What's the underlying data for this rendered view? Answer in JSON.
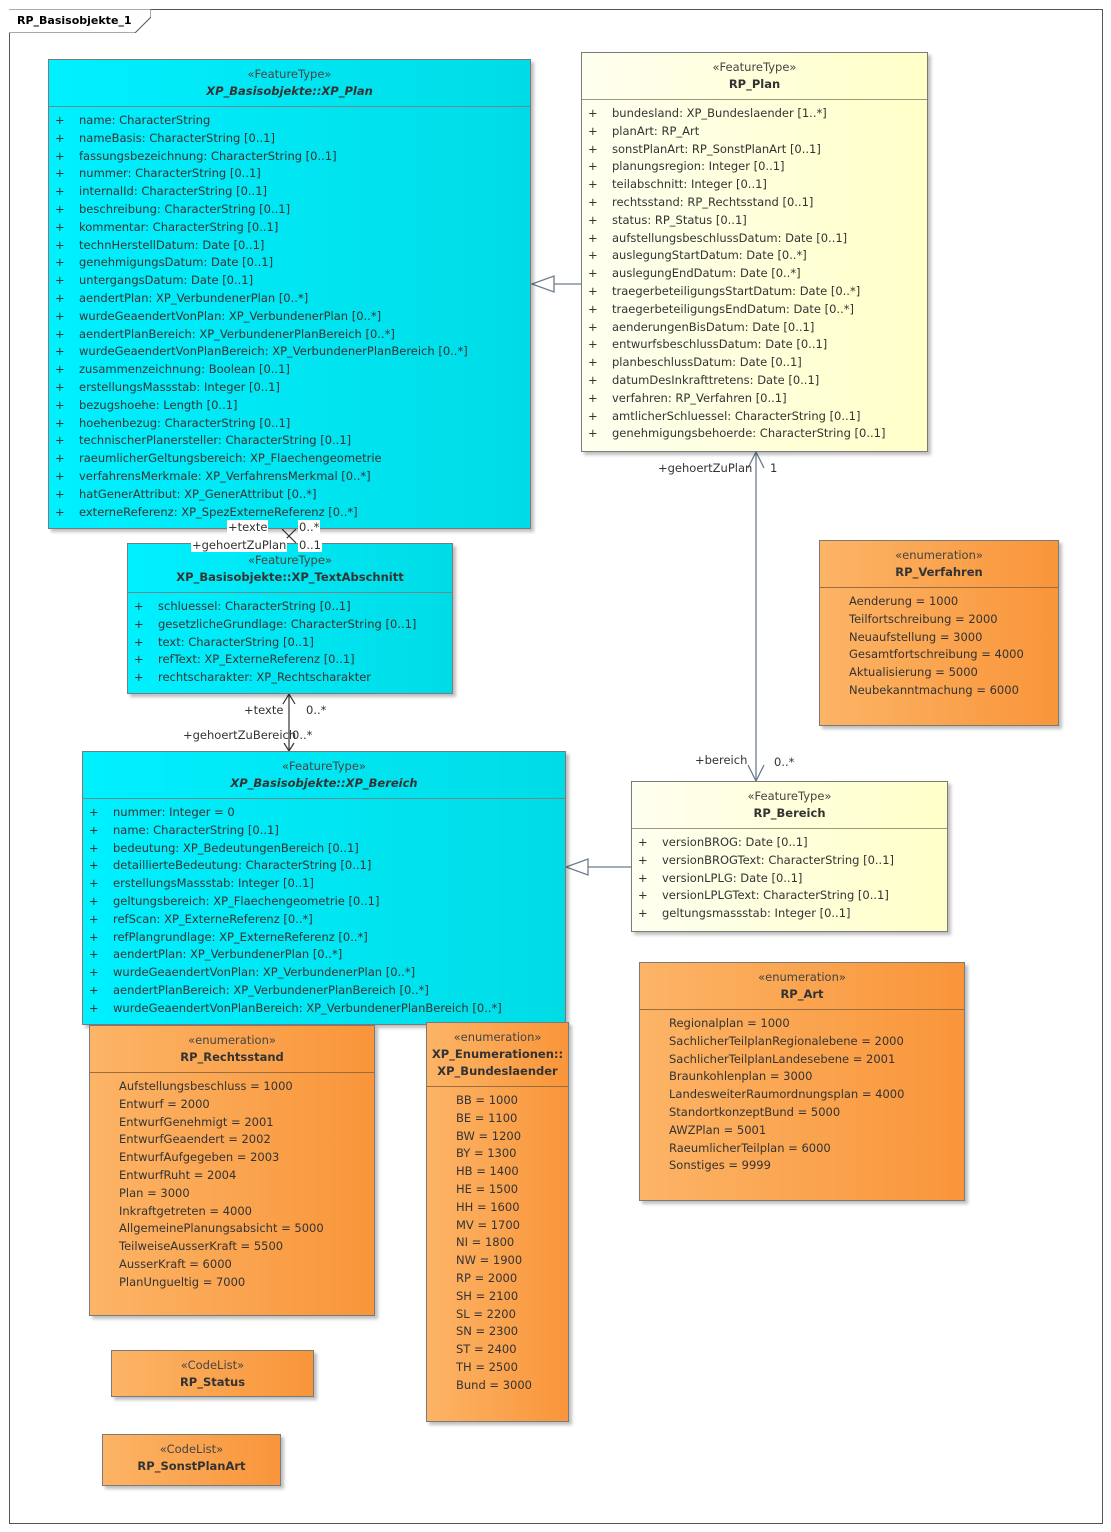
{
  "diagram_title": "RP_Basisobjekte_1",
  "colors": {
    "feature_external": "#00e5ef",
    "feature_local": "#ffffdc",
    "enumeration": "#fba554",
    "line": "#6d7b8d"
  },
  "boxes": {
    "xp_plan": {
      "stereotype": "«FeatureType»",
      "name": "XP_Basisobjekte::XP_Plan",
      "attributes": [
        "name: CharacterString",
        "nameBasis: CharacterString [0..1]",
        "fassungsbezeichnung: CharacterString [0..1]",
        "nummer: CharacterString [0..1]",
        "internalId: CharacterString [0..1]",
        "beschreibung: CharacterString [0..1]",
        "kommentar: CharacterString [0..1]",
        "technHerstellDatum: Date [0..1]",
        "genehmigungsDatum: Date [0..1]",
        "untergangsDatum: Date [0..1]",
        "aendertPlan: XP_VerbundenerPlan [0..*]",
        "wurdeGeaendertVonPlan: XP_VerbundenerPlan [0..*]",
        "aendertPlanBereich: XP_VerbundenerPlanBereich [0..*]",
        "wurdeGeaendertVonPlanBereich: XP_VerbundenerPlanBereich [0..*]",
        "zusammenzeichnung: Boolean [0..1]",
        "erstellungsMassstab: Integer [0..1]",
        "bezugshoehe: Length [0..1]",
        "hoehenbezug: CharacterString [0..1]",
        "technischerPlanersteller: CharacterString [0..1]",
        "raeumlicherGeltungsbereich: XP_Flaechengeometrie",
        "verfahrensMerkmale: XP_VerfahrensMerkmal [0..*]",
        "hatGenerAttribut: XP_GenerAttribut [0..*]",
        "externeReferenz: XP_SpezExterneReferenz [0..*]"
      ]
    },
    "rp_plan": {
      "stereotype": "«FeatureType»",
      "name": "RP_Plan",
      "attributes": [
        "bundesland: XP_Bundeslaender [1..*]",
        "planArt: RP_Art",
        "sonstPlanArt: RP_SonstPlanArt [0..1]",
        "planungsregion: Integer [0..1]",
        "teilabschnitt: Integer [0..1]",
        "rechtsstand: RP_Rechtsstand [0..1]",
        "status: RP_Status [0..1]",
        "aufstellungsbeschlussDatum: Date [0..1]",
        "auslegungStartDatum: Date [0..*]",
        "auslegungEndDatum: Date [0..*]",
        "traegerbeteiligungsStartDatum: Date [0..*]",
        "traegerbeteiligungsEndDatum: Date [0..*]",
        "aenderungenBisDatum: Date [0..1]",
        "entwurfsbeschlussDatum: Date [0..1]",
        "planbeschlussDatum: Date [0..1]",
        "datumDesInkrafttretens: Date [0..1]",
        "verfahren: RP_Verfahren [0..1]",
        "amtlicherSchluessel: CharacterString [0..1]",
        "genehmigungsbehoerde: CharacterString [0..1]"
      ]
    },
    "xp_textabschnitt": {
      "stereotype": "«FeatureType»",
      "name": "XP_Basisobjekte::XP_TextAbschnitt",
      "attributes": [
        "schluessel: CharacterString [0..1]",
        "gesetzlicheGrundlage: CharacterString [0..1]",
        "text: CharacterString [0..1]",
        "refText: XP_ExterneReferenz [0..1]",
        "rechtscharakter: XP_Rechtscharakter"
      ]
    },
    "rp_verfahren": {
      "stereotype": "«enumeration»",
      "name": "RP_Verfahren",
      "literals": [
        "Aenderung = 1000",
        "Teilfortschreibung = 2000",
        "Neuaufstellung = 3000",
        "Gesamtfortschreibung = 4000",
        "Aktualisierung = 5000",
        "Neubekanntmachung = 6000"
      ]
    },
    "xp_bereich": {
      "stereotype": "«FeatureType»",
      "name": "XP_Basisobjekte::XP_Bereich",
      "attributes": [
        "nummer: Integer = 0",
        "name: CharacterString [0..1]",
        "bedeutung: XP_BedeutungenBereich [0..1]",
        "detaillierteBedeutung: CharacterString [0..1]",
        "erstellungsMassstab: Integer [0..1]",
        "geltungsbereich: XP_Flaechengeometrie [0..1]",
        "refScan: XP_ExterneReferenz [0..*]",
        "refPlangrundlage: XP_ExterneReferenz [0..*]",
        "aendertPlan: XP_VerbundenerPlan [0..*]",
        "wurdeGeaendertVonPlan: XP_VerbundenerPlan [0..*]",
        "aendertPlanBereich: XP_VerbundenerPlanBereich [0..*]",
        "wurdeGeaendertVonPlanBereich: XP_VerbundenerPlanBereich [0..*]"
      ]
    },
    "rp_bereich": {
      "stereotype": "«FeatureType»",
      "name": "RP_Bereich",
      "attributes": [
        "versionBROG: Date [0..1]",
        "versionBROGText: CharacterString [0..1]",
        "versionLPLG: Date [0..1]",
        "versionLPLGText: CharacterString [0..1]",
        "geltungsmassstab: Integer [0..1]"
      ]
    },
    "rp_art": {
      "stereotype": "«enumeration»",
      "name": "RP_Art",
      "literals": [
        "Regionalplan = 1000",
        "SachlicherTeilplanRegionalebene = 2000",
        "SachlicherTeilplanLandesebene = 2001",
        "Braunkohlenplan = 3000",
        "LandesweiterRaumordnungsplan = 4000",
        "StandortkonzeptBund = 5000",
        "AWZPlan = 5001",
        "RaeumlicherTeilplan = 6000",
        "Sonstiges = 9999"
      ]
    },
    "rp_rechtsstand": {
      "stereotype": "«enumeration»",
      "name": "RP_Rechtsstand",
      "literals": [
        "Aufstellungsbeschluss = 1000",
        "Entwurf = 2000",
        "EntwurfGenehmigt = 2001",
        "EntwurfGeaendert = 2002",
        "EntwurfAufgegeben = 2003",
        "EntwurfRuht = 2004",
        "Plan = 3000",
        "Inkraftgetreten = 4000",
        "AllgemeinePlanungsabsicht = 5000",
        "TeilweiseAusserKraft = 5500",
        "AusserKraft = 6000",
        "PlanUngueltig = 7000"
      ]
    },
    "xp_bundeslaender": {
      "stereotype": "«enumeration»",
      "name_line1": "XP_Enumerationen::",
      "name_line2": "XP_Bundeslaender",
      "literals": [
        "BB = 1000",
        "BE = 1100",
        "BW = 1200",
        "BY = 1300",
        "HB = 1400",
        "HE = 1500",
        "HH = 1600",
        "MV = 1700",
        "NI = 1800",
        "NW = 1900",
        "RP = 2000",
        "SH = 2100",
        "SL = 2200",
        "SN = 2300",
        "ST = 2400",
        "TH = 2500",
        "Bund = 3000"
      ]
    },
    "rp_status": {
      "stereotype": "«CodeList»",
      "name": "RP_Status"
    },
    "rp_sonstplanart": {
      "stereotype": "«CodeList»",
      "name": "RP_SonstPlanArt"
    }
  },
  "connector_labels": {
    "plan_texte_role": "+texte",
    "plan_texte_mult": "0..*",
    "plan_gehoert_role": "+gehoertZuPlan",
    "plan_gehoert_mult": "0..1",
    "bereich_texte_role": "+texte",
    "bereich_texte_mult": "0..*",
    "bereich_gehoert_role": "+gehoertZuBereich",
    "bereich_gehoert_mult": "0..*",
    "rp_gehoert_role": "+gehoertZuPlan",
    "rp_gehoert_mult": "1",
    "rp_bereich_role": "+bereich",
    "rp_bereich_mult": "0..*"
  }
}
